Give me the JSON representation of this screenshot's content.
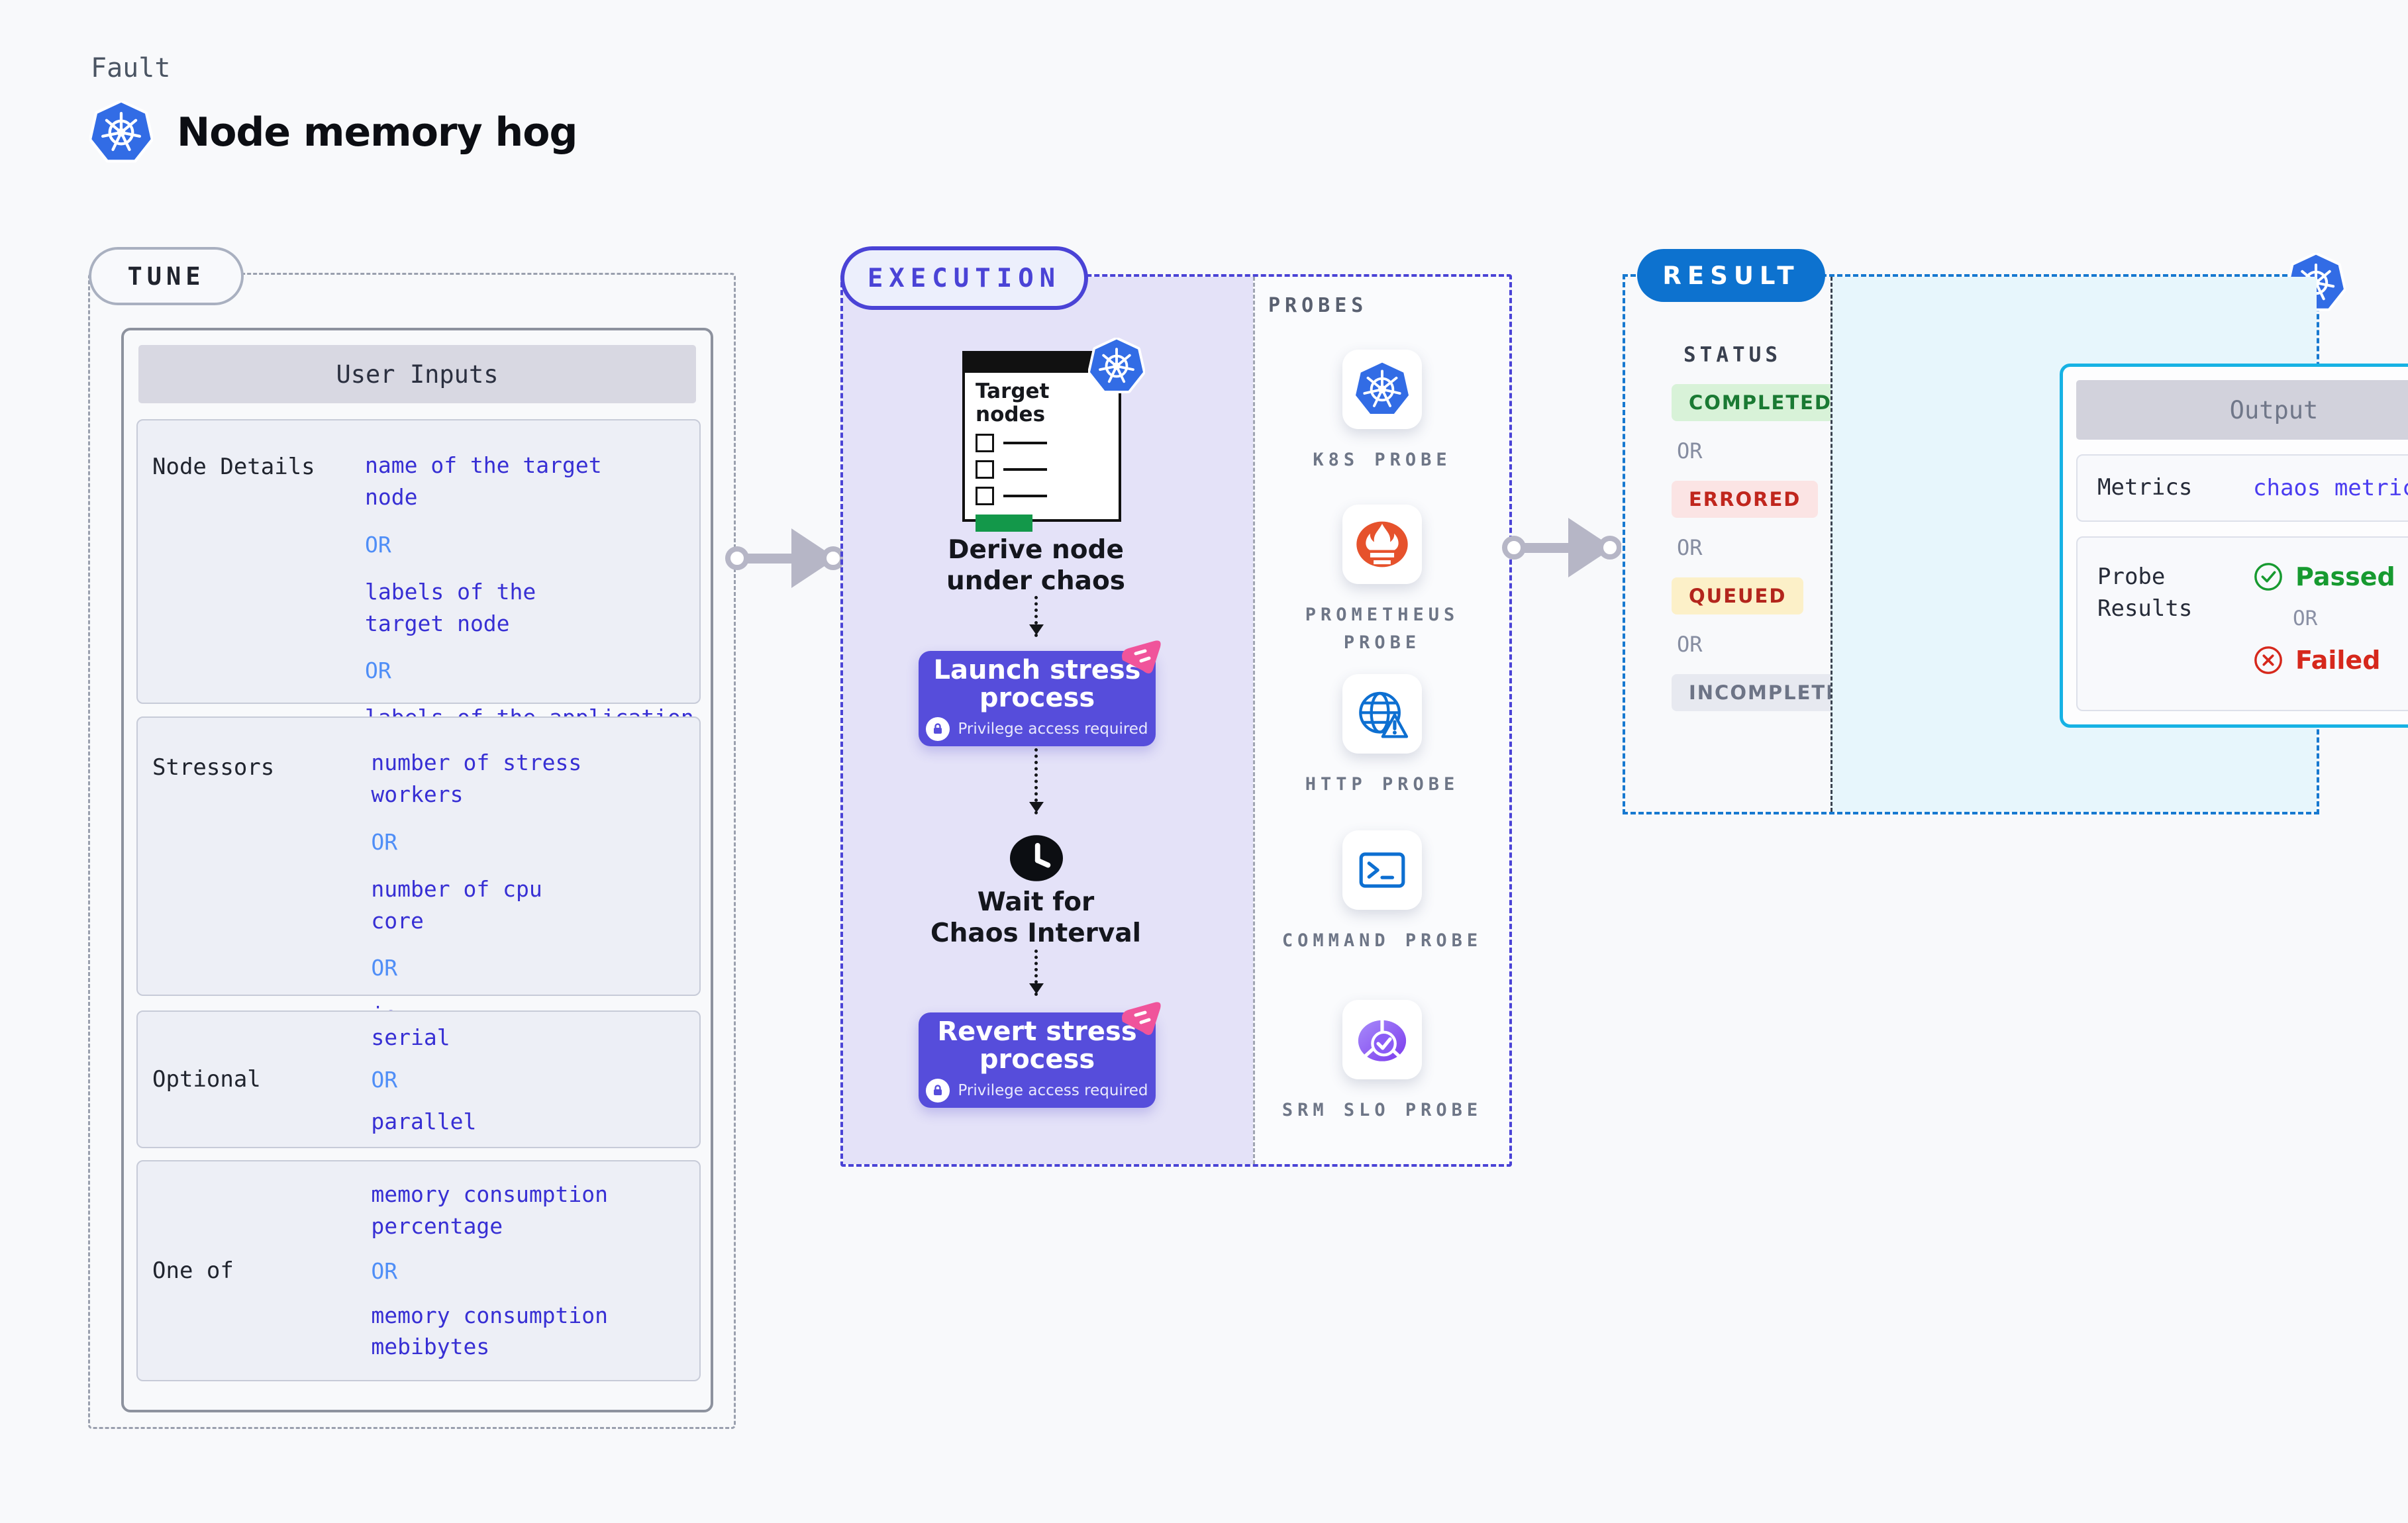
{
  "header": {
    "category": "Fault",
    "title": "Node memory hog"
  },
  "tune": {
    "badge": "TUNE",
    "table_header": "User Inputs",
    "rows": [
      {
        "label": "Node Details",
        "values": [
          "name of the target node",
          "OR",
          "labels of the target node",
          "OR",
          "labels of the application scheduled on target node"
        ]
      },
      {
        "label": "Stressors",
        "values": [
          "number of stress workers",
          "OR",
          "number of cpu core",
          "OR",
          "io"
        ]
      },
      {
        "label": "Optional",
        "values": [
          "serial",
          "OR",
          "parallel"
        ]
      },
      {
        "label": "One of",
        "values": [
          "memory consumption percentage",
          "OR",
          "memory consumption mebibytes"
        ]
      }
    ]
  },
  "execution": {
    "badge": "EXECUTION",
    "target_card_title": "Target nodes",
    "derive_label": "Derive node under chaos",
    "launch_title": "Launch stress process",
    "launch_subtitle": "Privilege access required",
    "wait_label": "Wait for Chaos Interval",
    "revert_title": "Revert stress process",
    "revert_subtitle": "Privilege access required"
  },
  "probes": {
    "panel_label": "PROBES",
    "items": [
      {
        "icon": "kubernetes-icon",
        "label": "K8S PROBE"
      },
      {
        "icon": "prometheus-icon",
        "label": "PROMETHEUS PROBE"
      },
      {
        "icon": "http-globe-icon",
        "label": "HTTP PROBE"
      },
      {
        "icon": "terminal-icon",
        "label": "COMMAND PROBE"
      },
      {
        "icon": "slo-check-icon",
        "label": "SRM SLO PROBE"
      }
    ]
  },
  "result": {
    "badge": "RESULT",
    "status_label": "STATUS",
    "statuses": [
      "COMPLETED",
      "OR",
      "ERRORED",
      "OR",
      "QUEUED",
      "OR",
      "INCOMPLETED"
    ],
    "output": {
      "header": "Output",
      "metrics_label": "Metrics",
      "metrics_value": "chaos metrics",
      "probe_results_label": "Probe Results",
      "passed_label": "Passed",
      "or_label": "OR",
      "failed_label": "Failed"
    }
  },
  "colors": {
    "k8s_blue": "#326ce5",
    "indigo_accent": "#4a43d6",
    "process_button": "#564ddb",
    "result_blue": "#0d72cf",
    "output_border": "#17b2e4",
    "success_green": "#179a30",
    "error_red": "#d6281c",
    "value_indigo": "#372fd4",
    "or_blue": "#4f8ef7",
    "prometheus_orange": "#e6522c",
    "srm_purple": "#8b5cf6"
  }
}
